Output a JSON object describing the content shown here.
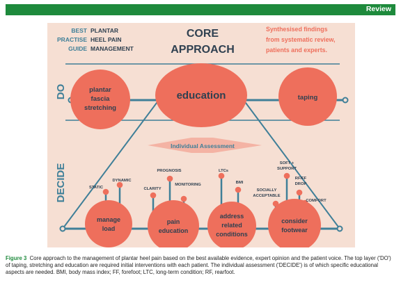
{
  "header": {
    "section_label": "Review"
  },
  "figure": {
    "bpg": {
      "line1": "BEST",
      "line2": "PRACTISE",
      "line3": "GUIDE"
    },
    "topic": {
      "line1": "PLANTAR",
      "line2": "HEEL PAIN",
      "line3": "MANAGEMENT"
    },
    "title": {
      "line1": "CORE",
      "line2": "APPROACH"
    },
    "synth": {
      "line1": "Synthesised findings",
      "line2": "from systematic review,",
      "line3": "patients and experts."
    },
    "layers": {
      "do": "DO",
      "decide": "DECIDE"
    },
    "do_nodes": {
      "stretching": {
        "line1": "plantar",
        "line2": "fascia",
        "line3": "stretching"
      },
      "education": "education",
      "taping": "taping"
    },
    "assessment": "Individual Assessment",
    "decide_nodes": {
      "load": {
        "line1": "manage",
        "line2": "load"
      },
      "pain": {
        "line1": "pain",
        "line2": "education"
      },
      "conditions": {
        "line1": "address",
        "line2": "related",
        "line3": "conditions"
      },
      "footwear": {
        "line1": "consider",
        "line2": "footwear"
      }
    },
    "branches": {
      "static": "STATIC",
      "dynamic": "DYNAMIC",
      "clarity": "CLARITY",
      "prognosis": "PROGNOSIS",
      "monitoring": "MONITORING",
      "ltcs": "LTCs",
      "bmi": "BMI",
      "socially1": "SOCIALLY",
      "socially2": "ACCEPTABLE",
      "soft1": "SOFT +",
      "soft2": "SUPPORT",
      "rfff1": "RF/FF",
      "rfff2": "DROP",
      "comfort": "COMFORT"
    }
  },
  "caption": {
    "label": "Figure 3",
    "text": "Core approach to the management of plantar heel pain based on the best available evidence, expert opinion and the patient voice. The top layer ('DO') of taping, stretching and education are required initial interventions with each patient. The individual assessment ('DECIDE') is of which specific educational aspects are needed. BMI, body mass index; FF, forefoot; LTC, long-term condition; RF, rearfoot."
  },
  "colors": {
    "banner": "#1e8a3c",
    "panel": "#f6dfd3",
    "node": "#ee6f5c",
    "line": "#3f7f98",
    "accent_text": "#ee6f5c",
    "dark_text": "#2f4050"
  }
}
